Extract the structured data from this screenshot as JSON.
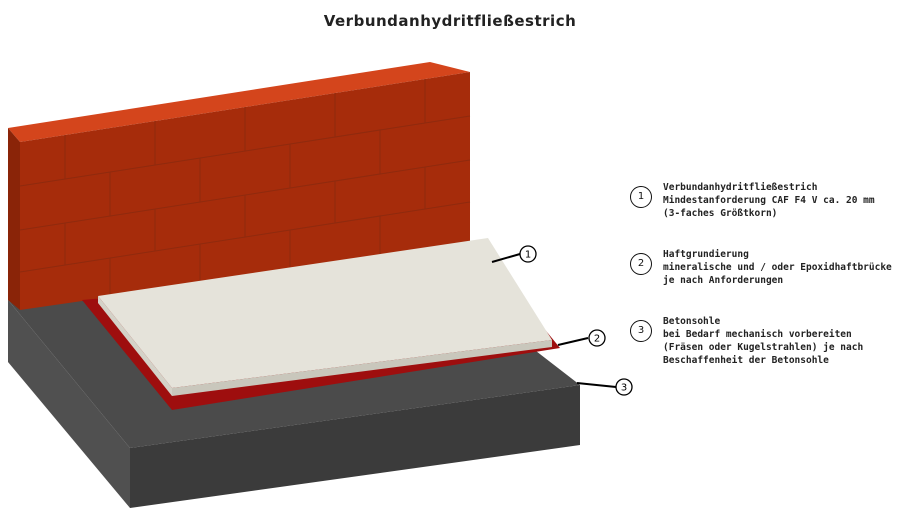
{
  "title": "Verbundanhydritfließestrich",
  "callouts": [
    {
      "num": "1"
    },
    {
      "num": "2"
    },
    {
      "num": "3"
    }
  ],
  "legend": [
    {
      "num": "1",
      "lines": [
        "Verbundanhydritfließestrich",
        "Mindestanforderung CAF F4 V ca. 20 mm",
        "(3-faches Größtkorn)"
      ]
    },
    {
      "num": "2",
      "lines": [
        "Haftgrundierung",
        "mineralische und / oder Epoxidhaftbrücke",
        "je nach Anforderungen"
      ]
    },
    {
      "num": "3",
      "lines": [
        "Betonsohle",
        "bei Bedarf mechanisch vorbereiten",
        "(Fräsen oder Kugelstrahlen) je nach",
        "Beschaffenheit der Betonsohle"
      ]
    }
  ],
  "colors": {
    "brick": "#a52a0a",
    "brick_top": "#d6421a",
    "concrete_top": "#4a4a4a",
    "concrete_side": "#3a3a3a",
    "primer": "#9c0d0d",
    "screed": "#e4e2d8"
  }
}
